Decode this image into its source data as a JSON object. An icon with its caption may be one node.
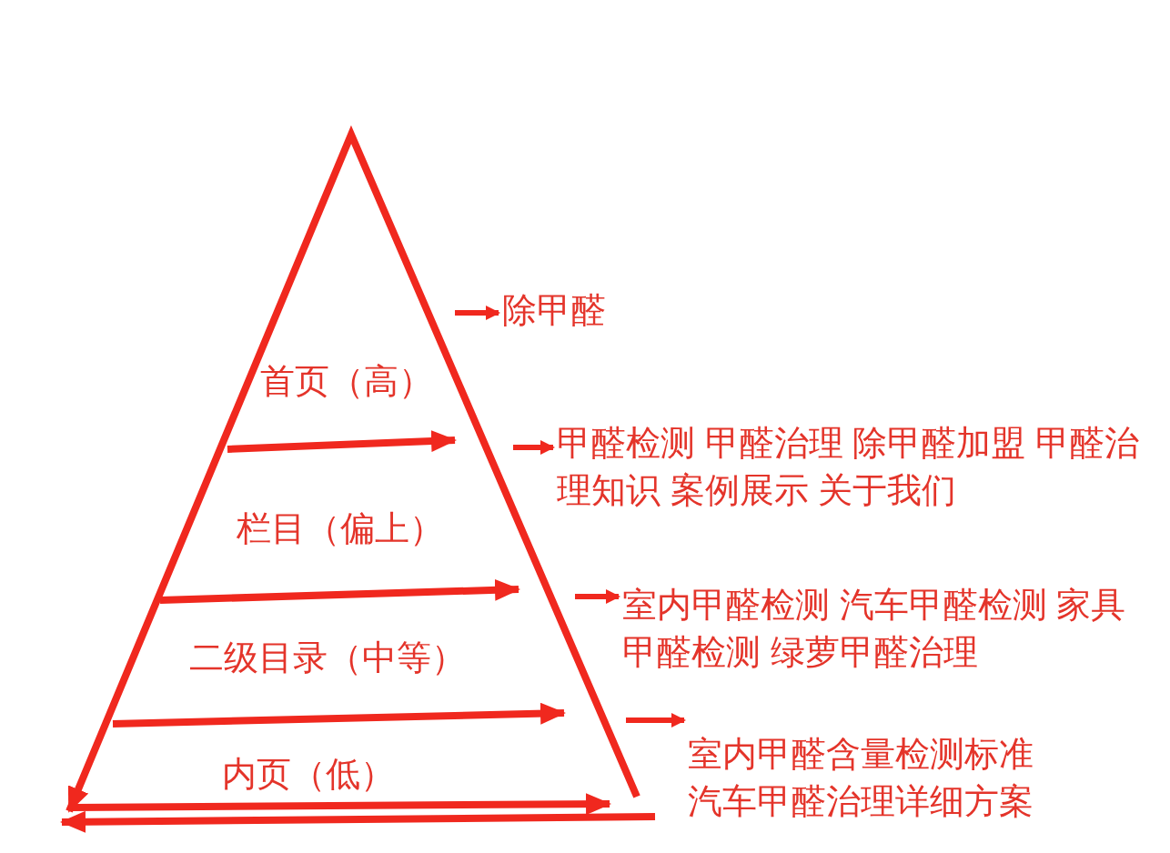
{
  "diagram": {
    "nodes": [
      {
        "text": [
          "首页（高）"
        ]
      },
      {
        "text": [
          "栏目（偏上）"
        ]
      },
      {
        "text": [
          "二级目录（中等）"
        ]
      },
      {
        "text": [
          "内页（低）"
        ]
      },
      {
        "text": [
          "除甲醛"
        ]
      },
      {
        "text": [
          "甲醛检测 甲醛治理 除甲醛加盟 甲醛治理知识 案例展示 关于我们"
        ]
      },
      {
        "text": [
          "室内甲醛检测 汽车甲醛检测 家具甲醛检测 绿萝甲醛治理"
        ]
      },
      {
        "text": [
          "室内甲醛含量检测标准汽车甲醛治理详细方案"
        ]
      }
    ],
    "edges": [
      {
        "from": null,
        "to": 4,
        "arrow": "to"
      },
      {
        "from": null,
        "to": 5,
        "arrow": "to"
      },
      {
        "from": null,
        "to": 6,
        "arrow": "to"
      },
      {
        "from": null,
        "to": 7,
        "arrow": "to"
      }
    ]
  }
}
